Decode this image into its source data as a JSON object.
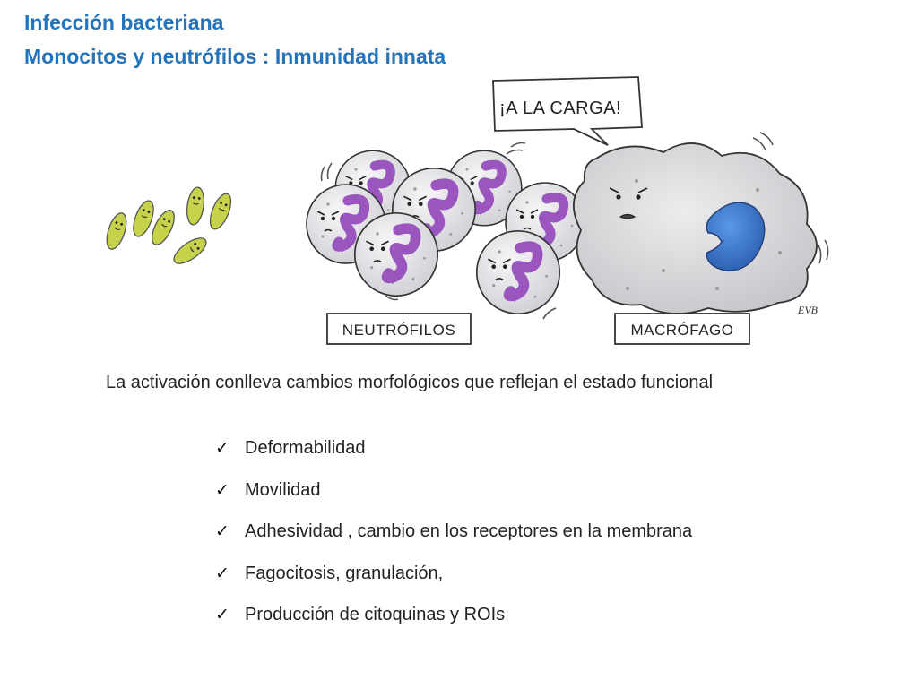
{
  "slide": {
    "title_line1": "Infección bacteriana",
    "title_line2": "Monocitos y neutrófilos : Inmunidad innata"
  },
  "illustration": {
    "speech_bubble": "¡A LA CARGA!",
    "label_neutrophils": "NEUTRÓFILOS",
    "label_macrophage": "MACRÓFAGO",
    "signature": "EVB",
    "colors": {
      "bacteria": "#c5d24a",
      "neutrophil_body": "#e5e5e8",
      "neutrophil_nucleus": "#9a55bf",
      "macrophage_body": "#dcdcde",
      "macrophage_nucleus": "#3b77cc"
    }
  },
  "body": {
    "lead_text": "La activación  conlleva cambios morfológicos que reflejan el estado funcional",
    "checklist": [
      "Deformabilidad",
      "Movilidad",
      "Adhesividad , cambio en los receptores en la membrana",
      "Fagocitosis, granulación,",
      "Producción de citoquinas y ROIs"
    ]
  }
}
